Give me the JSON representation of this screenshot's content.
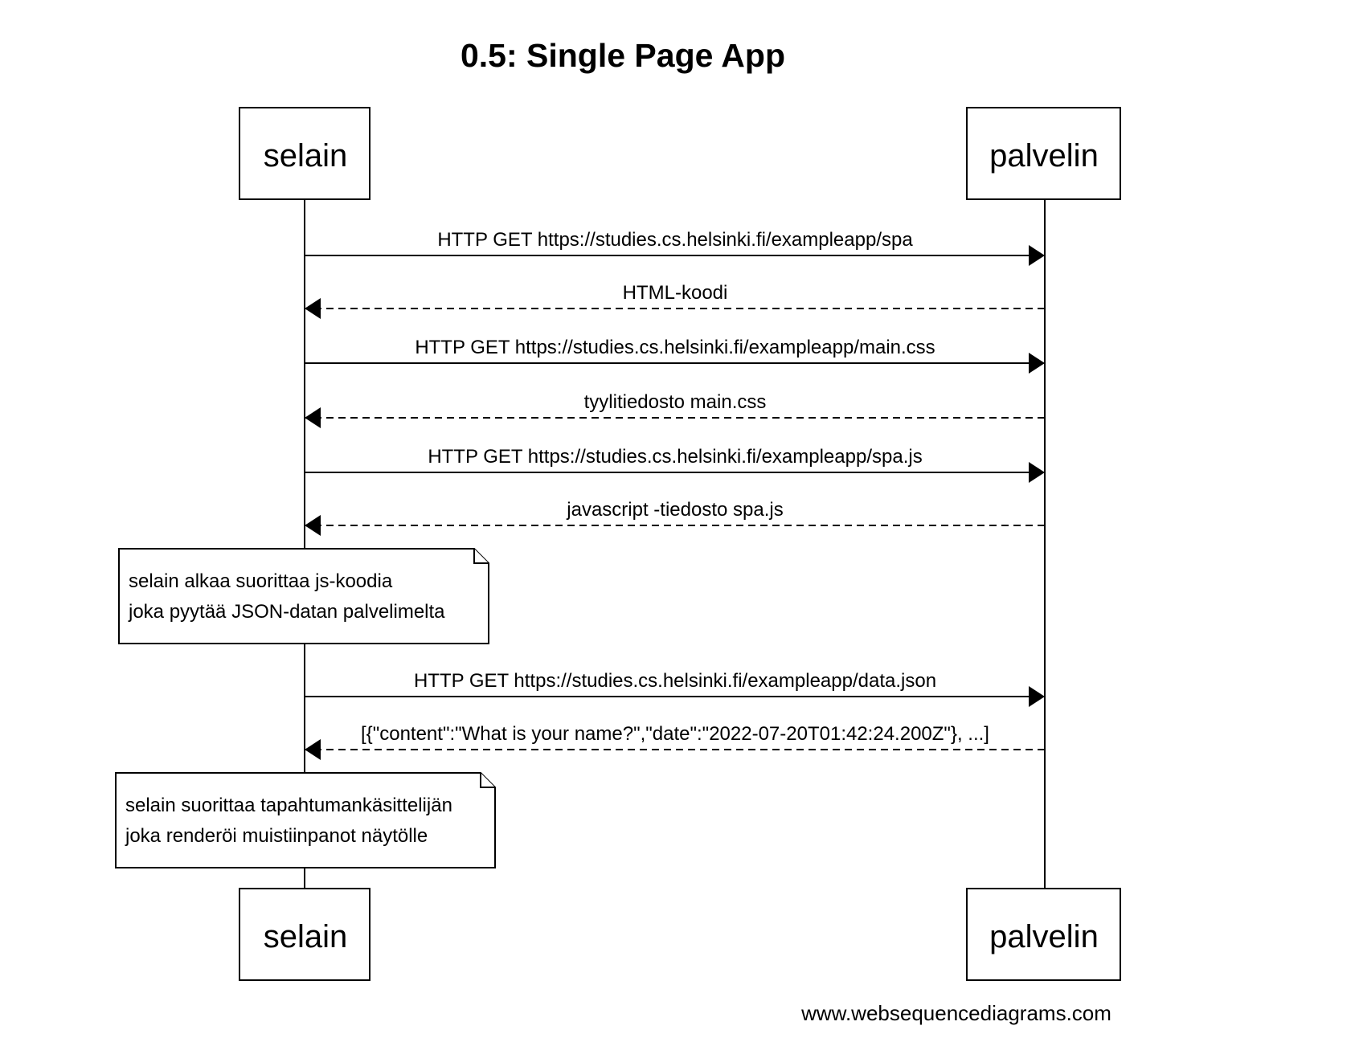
{
  "title": "0.5: Single Page App",
  "participants": {
    "browser": "selain",
    "server": "palvelin"
  },
  "messages": [
    {
      "label": "HTTP GET https://studies.cs.helsinki.fi/exampleapp/spa",
      "direction": "to-server",
      "style": "solid"
    },
    {
      "label": "HTML-koodi",
      "direction": "to-browser",
      "style": "dashed"
    },
    {
      "label": "HTTP GET https://studies.cs.helsinki.fi/exampleapp/main.css",
      "direction": "to-server",
      "style": "solid"
    },
    {
      "label": "tyylitiedosto main.css",
      "direction": "to-browser",
      "style": "dashed"
    },
    {
      "label": "HTTP GET https://studies.cs.helsinki.fi/exampleapp/spa.js",
      "direction": "to-server",
      "style": "solid"
    },
    {
      "label": "javascript -tiedosto spa.js",
      "direction": "to-browser",
      "style": "dashed"
    },
    {
      "label": "HTTP GET https://studies.cs.helsinki.fi/exampleapp/data.json",
      "direction": "to-server",
      "style": "solid"
    },
    {
      "label": "[{\"content\":\"What is your name?\",\"date\":\"2022-07-20T01:42:24.200Z\"}, ...]",
      "direction": "to-browser",
      "style": "dashed"
    }
  ],
  "notes": [
    {
      "lines": [
        "selain alkaa suorittaa js-koodia",
        "joka pyytää JSON-datan palvelimelta"
      ]
    },
    {
      "lines": [
        "selain suorittaa tapahtumankäsittelijän",
        "joka renderöi muistiinpanot näytölle"
      ]
    }
  ],
  "footer": "www.websequencediagrams.com"
}
